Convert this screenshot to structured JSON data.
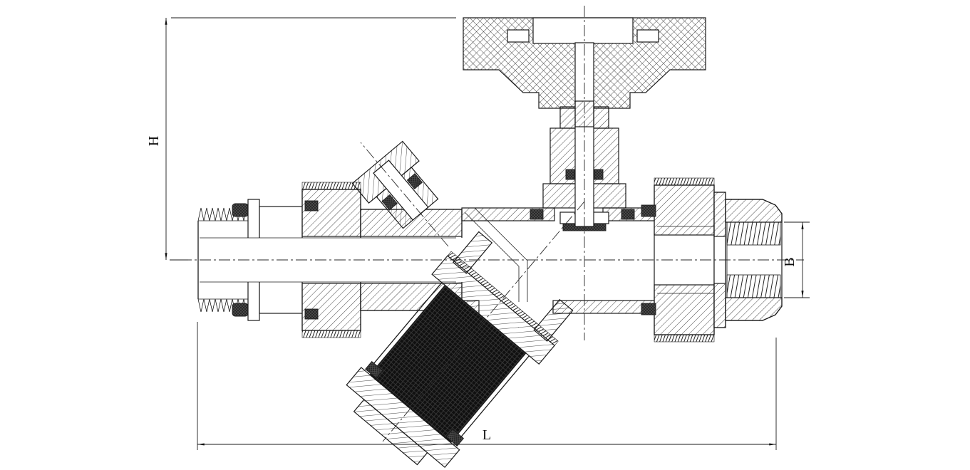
{
  "drawing": {
    "labels": {
      "height": "H",
      "bore": "B",
      "length": "L"
    },
    "colors": {
      "background": "#ffffff",
      "line": "#1a1a1a",
      "mesh_dark": "#101010"
    }
  }
}
